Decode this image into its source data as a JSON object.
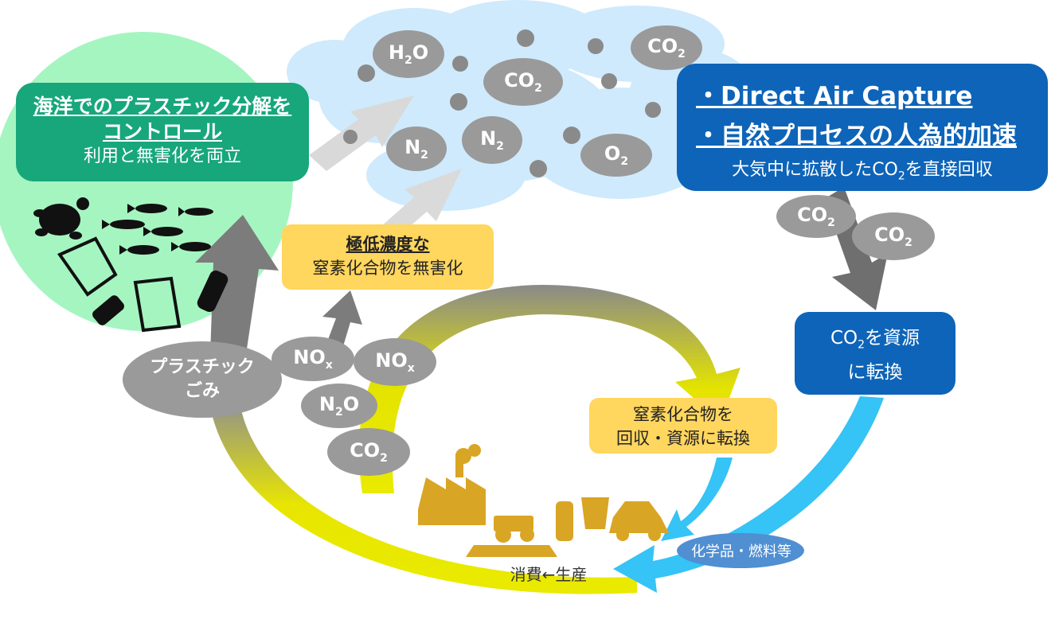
{
  "green_box": {
    "line1": "海洋でのプラスチック分解を",
    "line2": "コントロール",
    "line3": "利用と無害化を両立"
  },
  "blue_box": {
    "line1": "・Direct Air Capture",
    "line2": "・自然プロセスの人為的加速",
    "line3_prefix": "大気中に拡散した",
    "line3_chem": "CO",
    "line3_sub": "2",
    "line3_suffix": "を直接回収"
  },
  "blue_box2": {
    "chem": "CO",
    "sub": "2",
    "line1_suffix": "を資源",
    "line2": "に転換"
  },
  "yellow_box1": {
    "line1": "極低濃度な",
    "line2": "窒素化合物を無害化"
  },
  "yellow_box2": {
    "line1": "窒素化合物を",
    "line2": "回収・資源に転換"
  },
  "plastic_waste": {
    "line1": "プラスチック",
    "line2": "ごみ"
  },
  "chemicals_label": "化学品・燃料等",
  "consumption_label": "消費←生産",
  "cloud_molecules": [
    {
      "main": "H",
      "sub": "2",
      "tail": "O"
    },
    {
      "main": "CO",
      "sub": "2",
      "tail": ""
    },
    {
      "main": "CO",
      "sub": "2",
      "tail": ""
    },
    {
      "main": "N",
      "sub": "2",
      "tail": ""
    },
    {
      "main": "N",
      "sub": "2",
      "tail": ""
    },
    {
      "main": "O",
      "sub": "2",
      "tail": ""
    }
  ],
  "capture_molecules": [
    {
      "main": "CO",
      "sub": "2"
    },
    {
      "main": "CO",
      "sub": "2"
    }
  ],
  "emission_molecules": [
    {
      "main": "NO",
      "sub": "x",
      "tail": ""
    },
    {
      "main": "NO",
      "sub": "x",
      "tail": ""
    },
    {
      "main": "N",
      "sub": "2",
      "tail": "O"
    },
    {
      "main": "CO",
      "sub": "2",
      "tail": ""
    }
  ],
  "colors": {
    "cloud": "#cfeafc",
    "green_circle": "#a5f5c1",
    "green_box": "#17a77a",
    "blue_box": "#0e64b8",
    "yellow_box": "#ffd65e",
    "gray_ellipse": "#9a9a9a",
    "arrow_gray": "#7c7c7c",
    "arrow_light": "#d4d4d4",
    "arrow_yellow": "#e8e600",
    "arrow_cyan": "#36c3f5",
    "icon_gold": "#d9a524"
  }
}
